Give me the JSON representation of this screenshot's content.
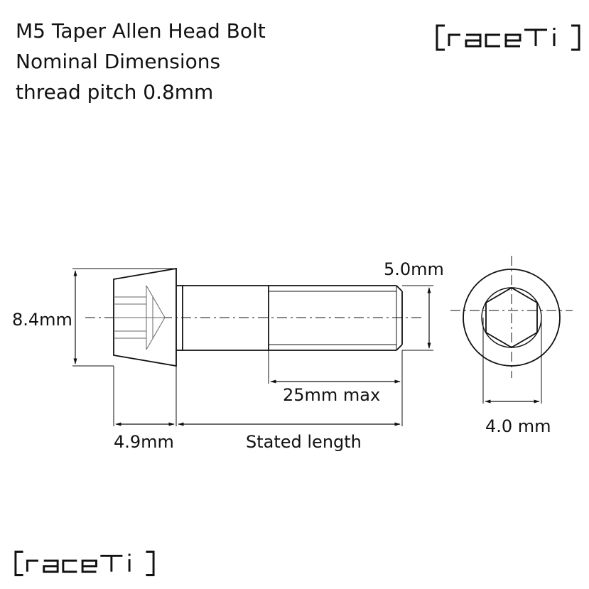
{
  "title": {
    "line1": "M5 Taper Allen Head Bolt",
    "line2": "Nominal Dimensions",
    "line3": "thread pitch 0.8mm"
  },
  "brand": "raceTi",
  "dimensions": {
    "head_diameter": "8.4mm",
    "thread_diameter": "5.0mm",
    "thread_length": "25mm max",
    "head_height": "4.9mm",
    "stated_length": "Stated length",
    "hex_socket": "4.0 mm"
  },
  "colors": {
    "line": "#111111",
    "background": "#ffffff"
  }
}
